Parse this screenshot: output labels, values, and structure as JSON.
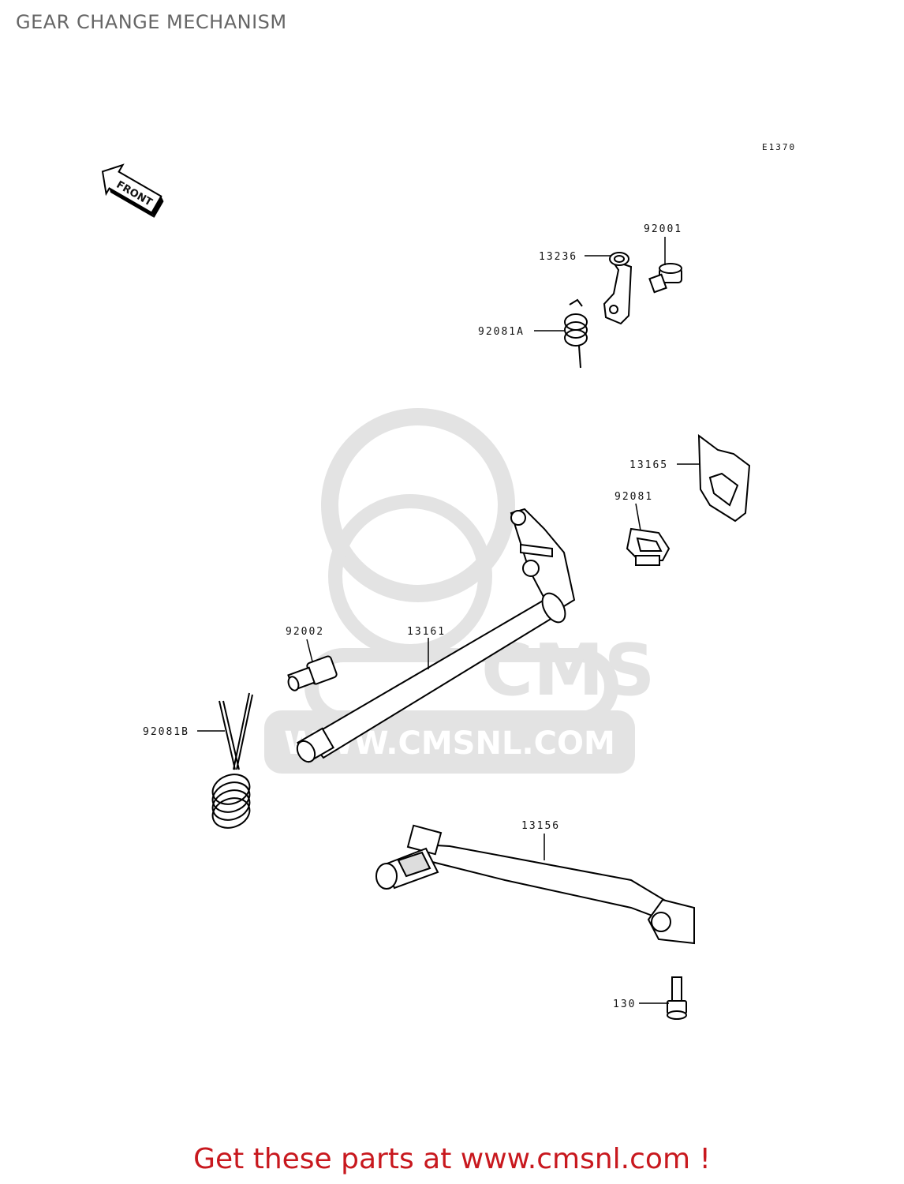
{
  "page": {
    "title": "GEAR CHANGE MECHANISM",
    "diagram_code": "E1370",
    "front_label": "FRONT",
    "cta_text": "Get these parts at www.cmsnl.com !",
    "cta_color": "#c8181e"
  },
  "watermark": {
    "text": "WWW.CMSNL.COM",
    "logo_text": "CMS",
    "color": "#e3e3e3"
  },
  "parts": {
    "p92001": "92001",
    "p13236": "13236",
    "p92081A": "92081A",
    "p13165": "13165",
    "p92081": "92081",
    "p92002": "92002",
    "p13161": "13161",
    "p92081B": "92081B",
    "p13156": "13156",
    "p130": "130"
  }
}
